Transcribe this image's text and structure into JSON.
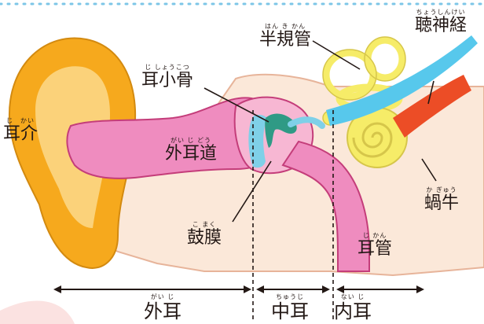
{
  "colors": {
    "outer_ear": "#f6a91d",
    "outer_ear_light": "#fbd27a",
    "canal": "#ef8cbf",
    "canal_dark": "#c43d7a",
    "eardrum": "#7fd0e8",
    "ossicles": "#2f9a85",
    "cochlea": "#f6ec68",
    "nerve_blue": "#57c8ec",
    "nerve_red": "#ec4d26",
    "text": "#231815",
    "arrow": "#231815",
    "dots": "#7cc6e7",
    "corner_pink": "#fbe2e1"
  },
  "labels": {
    "jikai": {
      "ruby": "じ　かい",
      "text": "耳介"
    },
    "gaijidou": {
      "ruby": "がい じ どう",
      "text": "外耳道"
    },
    "jishoukotsu": {
      "ruby": "じ しょうこつ",
      "text": "耳小骨"
    },
    "hankikan": {
      "ruby": "はん き かん",
      "text": "半規管"
    },
    "choushinkei": {
      "ruby": "ちょうしんけい",
      "text": "聴神経"
    },
    "kagyuu": {
      "ruby": "か ぎゅう",
      "text": "蝸牛"
    },
    "komaku": {
      "ruby": "こ まく",
      "text": "鼓膜"
    },
    "jikan": {
      "ruby": "じ かん",
      "text": "耳管"
    },
    "gaiji": {
      "ruby": "がい じ",
      "text": "外耳"
    },
    "chuuji": {
      "ruby": "ちゅうじ",
      "text": "中耳"
    },
    "naiji": {
      "ruby": "ない じ",
      "text": "内耳"
    }
  }
}
